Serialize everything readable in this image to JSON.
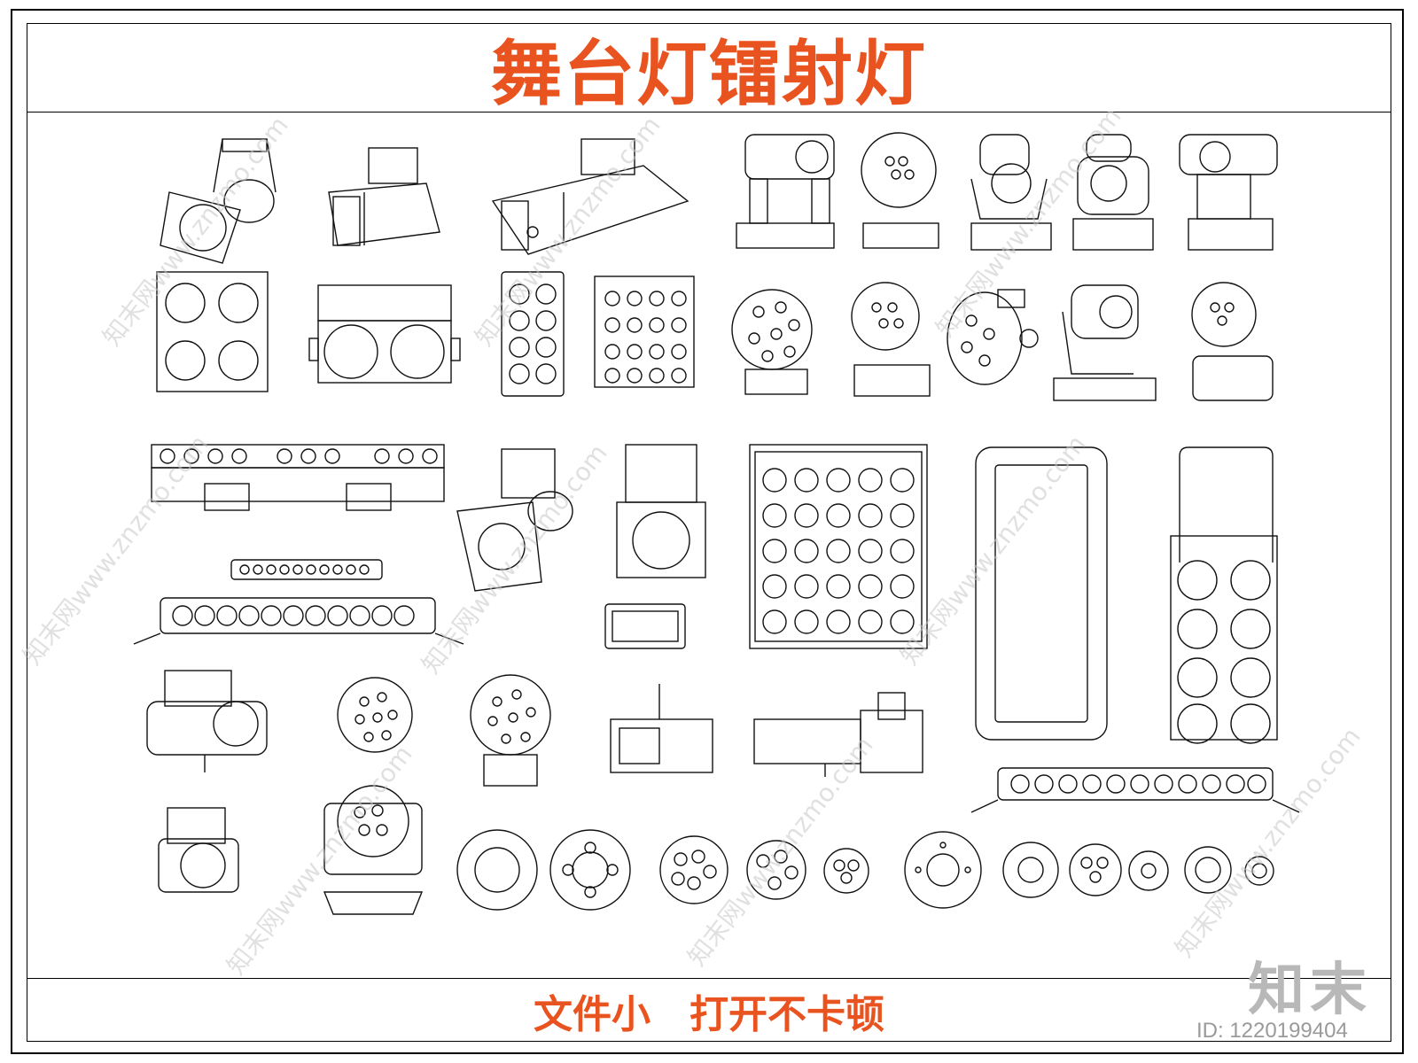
{
  "title": "舞台灯镭射灯",
  "footer": "文件小　打开不卡顿",
  "brand": "知末",
  "id_label": "ID: 1220199404",
  "watermark": "知末网www.znzmo.com",
  "colors": {
    "accent": "#e8531f",
    "line": "#111111",
    "watermark": "#c8c8c8"
  },
  "icons": [
    "par-can-light-icon",
    "moving-head-light-icon",
    "blinder-light-icon",
    "led-bar-light-icon",
    "mirror-ball-light-icon",
    "profile-spot-light-icon",
    "lens-plate-icon"
  ]
}
